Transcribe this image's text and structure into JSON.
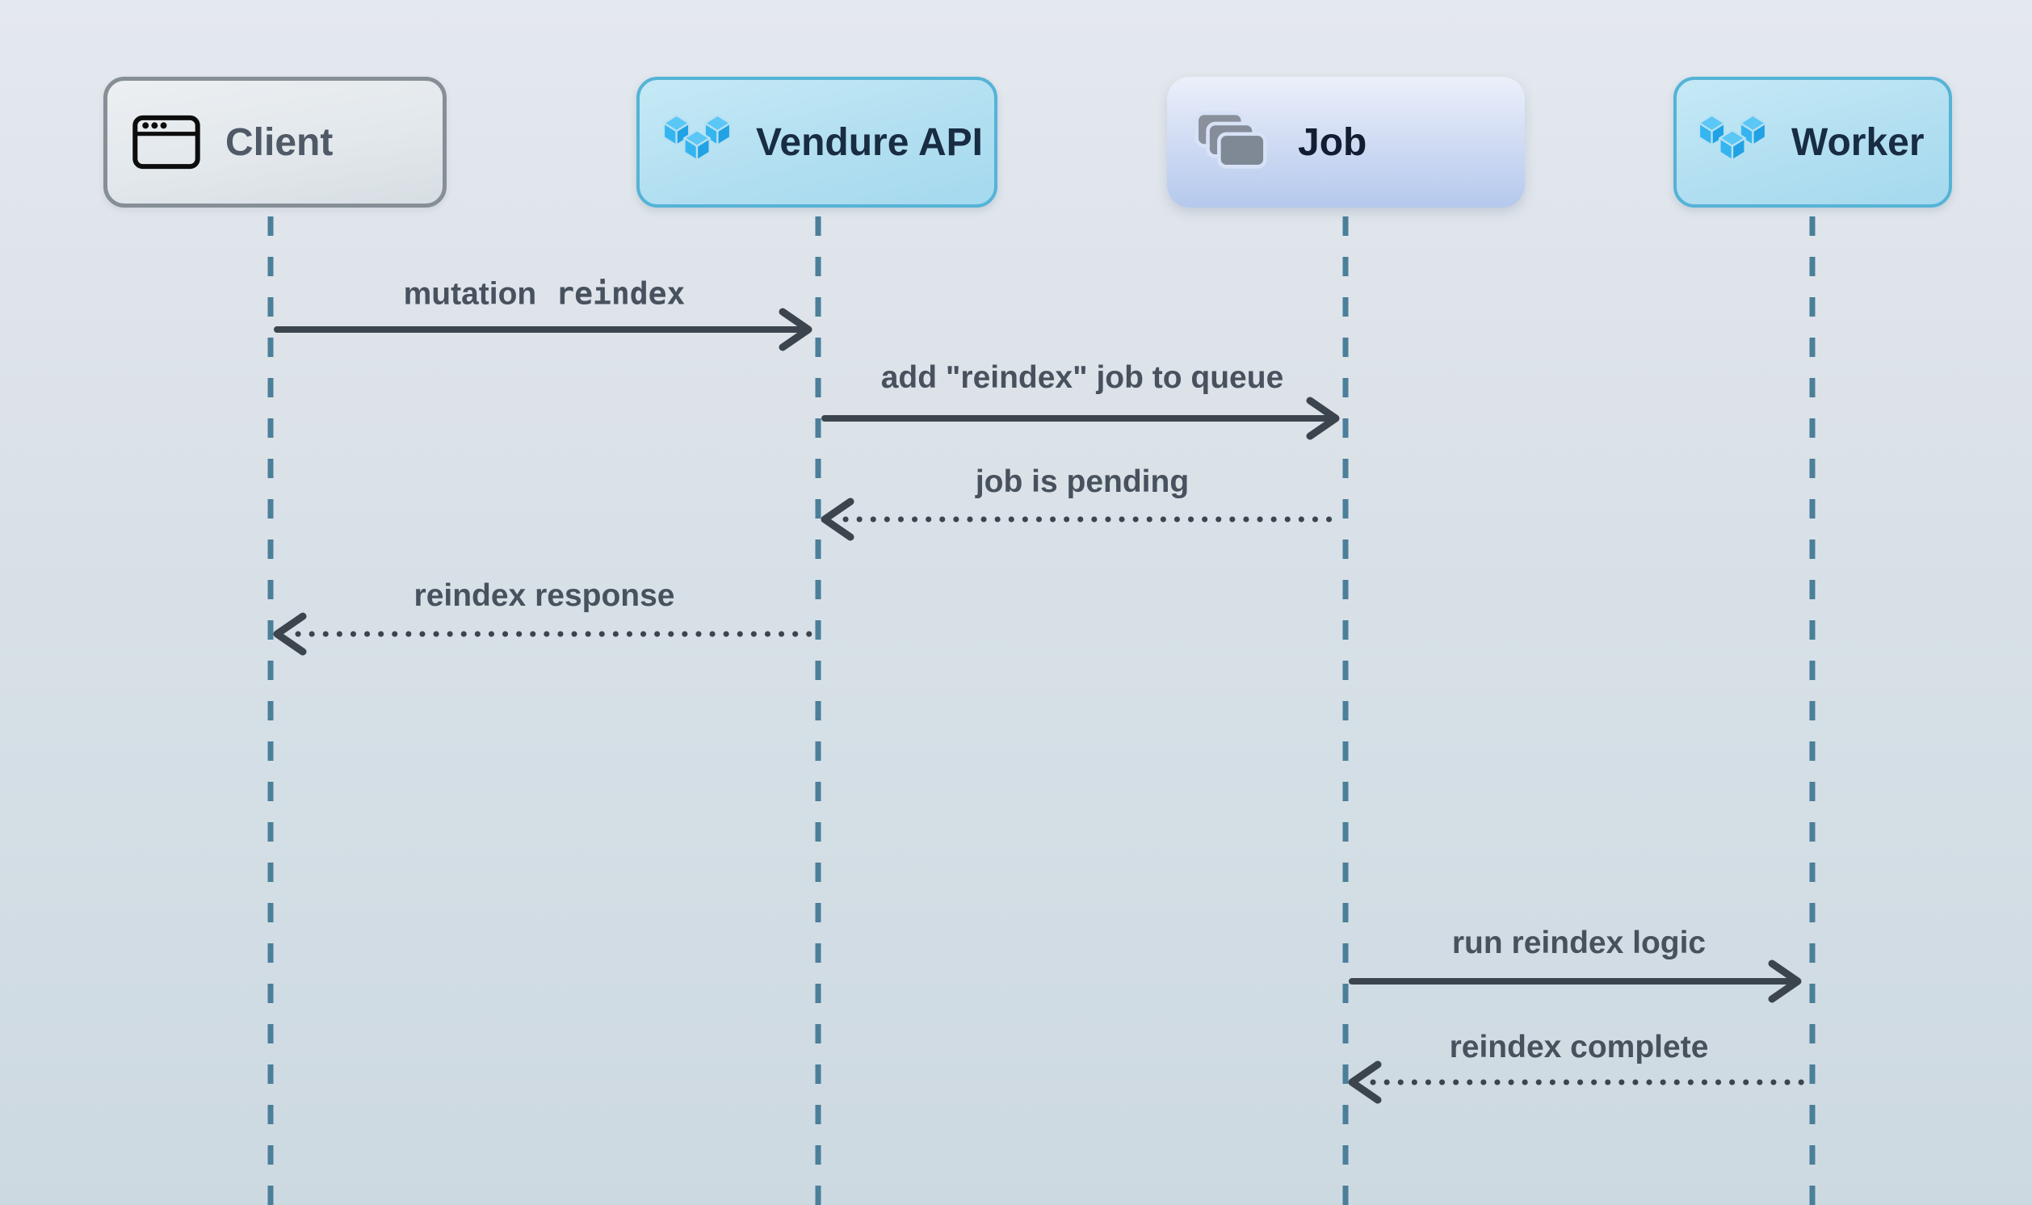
{
  "diagram": {
    "type": "sequence-diagram",
    "actors": [
      {
        "id": "client",
        "label": "Client",
        "icon": "browser-window-icon",
        "style": "gray-outline"
      },
      {
        "id": "vendure-api",
        "label": "Vendure API",
        "icon": "vendure-logo-icon",
        "style": "cyan"
      },
      {
        "id": "job",
        "label": "Job",
        "icon": "job-stack-icon",
        "style": "blue-gradient"
      },
      {
        "id": "worker",
        "label": "Worker",
        "icon": "vendure-logo-icon",
        "style": "cyan"
      }
    ],
    "messages": [
      {
        "from": "Client",
        "to": "Vendure API",
        "text": "mutation",
        "code": "reindex",
        "line": "solid",
        "direction": "right"
      },
      {
        "from": "Vendure API",
        "to": "Job",
        "text": "add \"reindex\" job to queue",
        "line": "solid",
        "direction": "right"
      },
      {
        "from": "Job",
        "to": "Vendure API",
        "text": "job is pending",
        "line": "dotted",
        "direction": "left"
      },
      {
        "from": "Vendure API",
        "to": "Client",
        "text": "reindex response",
        "line": "dotted",
        "direction": "left"
      },
      {
        "from": "Job",
        "to": "Worker",
        "text": "run reindex logic",
        "line": "solid",
        "direction": "right"
      },
      {
        "from": "Worker",
        "to": "Job",
        "text": "reindex complete",
        "line": "dotted",
        "direction": "left"
      }
    ],
    "colors": {
      "background_top": "#e4e9ef",
      "background_bottom": "#cdd9e1",
      "lifeline": "#4b7f9a",
      "arrow": "#3c444d",
      "message_text": "#48525e",
      "actor_cyan_fill": "#b2dff1",
      "actor_cyan_border": "#55b3d6",
      "actor_cyan_text": "#182c42",
      "actor_gray_fill": "#e2e8ec",
      "actor_gray_border": "#878f96",
      "actor_gray_text": "#4f5a66",
      "actor_job_fill_bottom": "#b5c9ed",
      "vendure_logo_blue": "#35b5f0",
      "job_icon_gray": "#838c98"
    }
  }
}
